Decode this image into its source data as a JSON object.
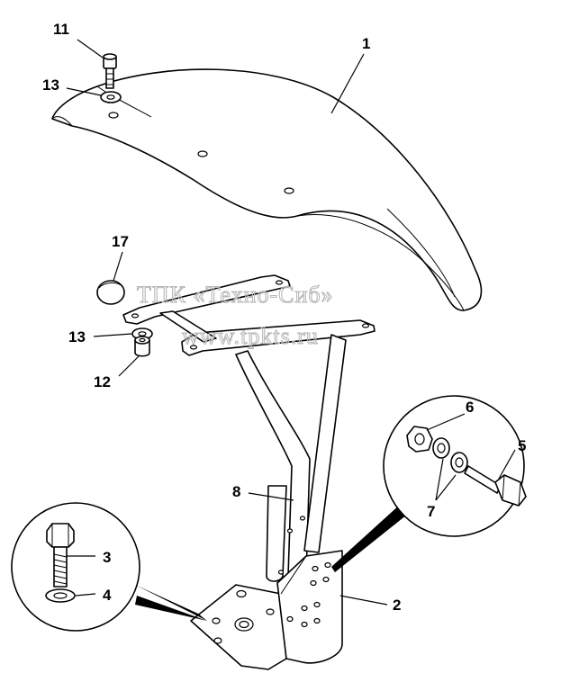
{
  "callouts": {
    "c1": "1",
    "c2": "2",
    "c3": "3",
    "c4": "4",
    "c5": "5",
    "c6": "6",
    "c7": "7",
    "c8": "8",
    "c11": "11",
    "c12": "12",
    "c13a": "13",
    "c13b": "13",
    "c17": "17"
  },
  "watermark": {
    "line1": "ТПК «Техно-Сиб»",
    "line2": "www.tpkts.ru"
  }
}
